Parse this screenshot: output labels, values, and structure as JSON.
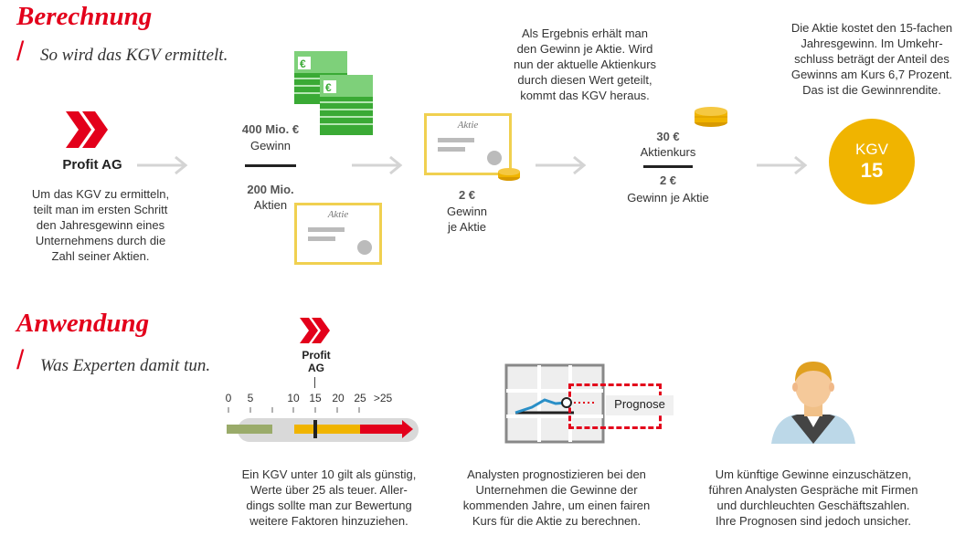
{
  "berechnung": {
    "title": "Berechnung",
    "subtitle": "So wird das KGV ermittelt.",
    "company": "Profit AG",
    "step1_text": [
      "Um das KGV zu ermitteln,",
      "teilt man im ersten Schritt",
      "den Jahresgewinn eines",
      "Unternehmens durch die",
      "Zahl seiner Aktien."
    ],
    "profit_value": "400 Mio. €",
    "profit_label": "Gewinn",
    "shares_value": "200 Mio.",
    "shares_label": "Aktien",
    "certificate_label": "Aktie",
    "result_text": [
      "Als Ergebnis erhält man",
      "den Gewinn je Aktie. Wird",
      "nun der aktuelle Aktienkurs",
      "durch diesen Wert geteilt,",
      "kommt das KGV heraus."
    ],
    "eps_value": "2 €",
    "eps_label_1": "Gewinn",
    "eps_label_2": "je Aktie",
    "price_value": "30 €",
    "price_label": "Aktienkurs",
    "eps2_value": "2 €",
    "eps2_label": "Gewinn je Aktie",
    "kgv_text": [
      "Die Aktie kostet den 15-fachen",
      "Jahresgewinn. Im Umkehr-",
      "schluss beträgt der Anteil des",
      "Gewinns am Kurs 6,7 Prozent.",
      "Das ist die Gewinnrendite."
    ],
    "kgv_label": "KGV",
    "kgv_value": "15"
  },
  "anwendung": {
    "title": "Anwendung",
    "subtitle": "Was Experten damit tun.",
    "marker_label_1": "Profit",
    "marker_label_2": "AG",
    "scale_ticks": [
      "0",
      "5",
      "10",
      "15",
      "20",
      "25",
      ">25"
    ],
    "scale_text": [
      "Ein KGV unter 10 gilt als günstig,",
      "Werte über 25 als teuer. Aller-",
      "dings sollte man zur Bewertung",
      "weitere Faktoren hinzuziehen."
    ],
    "prognose_label": "Prognose",
    "analyst_text": [
      "Analysten prognostizieren bei den",
      "Unternehmen die Gewinne der",
      "kommenden Jahre, um einen fairen",
      "Kurs für die Aktie zu berechnen."
    ],
    "person_text": [
      "Um künftige Gewinne einzuschätzen,",
      "führen Analysten Gespräche mit Firmen",
      "und durchleuchten Geschäftszahlen.",
      "Ihre Prognosen sind jedoch unsicher."
    ]
  },
  "colors": {
    "red": "#e3001b",
    "yellow": "#f0b400",
    "green": "#3aaa35",
    "olive": "#9aab6a",
    "gray": "#d9d9d9"
  }
}
